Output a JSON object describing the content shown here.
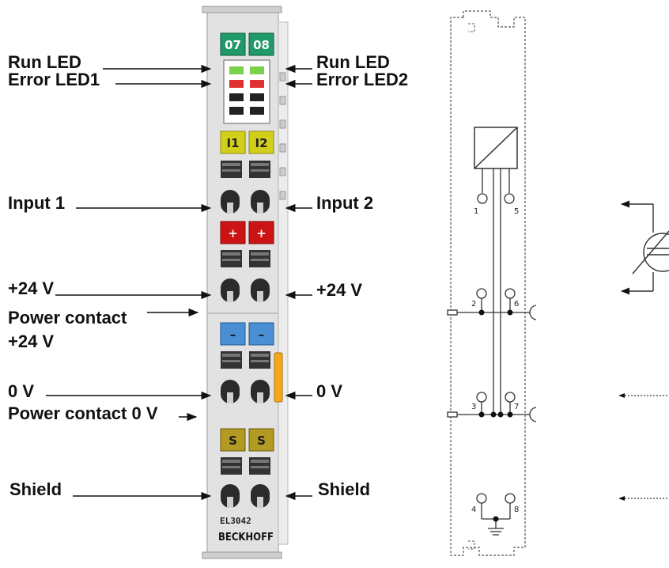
{
  "terminal": {
    "led_channels": [
      "07",
      "08"
    ],
    "input_labels": [
      "I1",
      "I2"
    ],
    "plus_mark": "+",
    "minus_mark": "–",
    "shield_mark": "S",
    "model": "EL3042",
    "brand": "BECKHOFF"
  },
  "callouts": {
    "left": {
      "run_led": "Run LED",
      "error_led": "Error LED1",
      "input": "Input 1",
      "plus24": "+24 V",
      "power_contact": "Power contact",
      "power_contact_24v": "+24 V",
      "zero_v": "0 V",
      "power_contact_0v": "Power contact 0 V",
      "shield": "Shield"
    },
    "right": {
      "run_led": "Run LED",
      "error_led": "Error LED2",
      "input": "Input 2",
      "plus24": "+24 V",
      "zero_v": "0 V",
      "shield": "Shield"
    }
  },
  "schematic": {
    "terminal_numbers": [
      "1",
      "5",
      "2",
      "6",
      "3",
      "7",
      "4",
      "8"
    ]
  },
  "colors": {
    "green": "#1f9a68",
    "yellow": "#d2cf1a",
    "red": "#cc1414",
    "blue": "#4a8fd6",
    "olive": "#b39a22",
    "orange": "#f4a81c",
    "housing": "#e2e2e2"
  }
}
